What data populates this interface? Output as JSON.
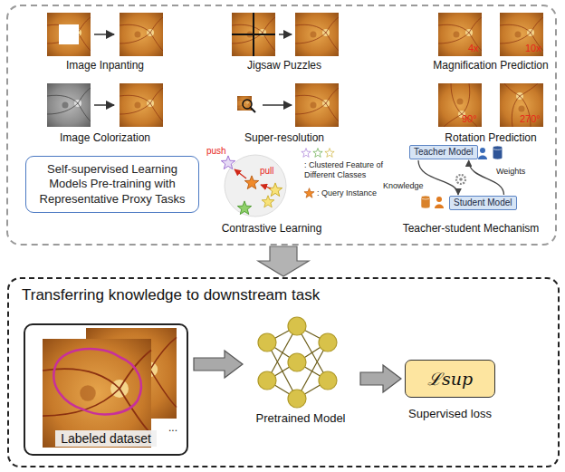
{
  "diagram": {
    "nodes": [
      {
        "text": [
          "Self-supervised Learning Models Pre-training with Representative Proxy Tasks"
        ]
      },
      {
        "text": [
          "Teacher Model"
        ]
      },
      {
        "text": [
          "Student Model"
        ]
      },
      {
        "text": [
          "Transferring knowledge to downstream task"
        ]
      },
      {
        "text": [
          "Labeled dataset"
        ],
        "in": 3
      },
      {
        "text": [
          "Pretrained Model"
        ],
        "in": 3
      },
      {
        "text": [
          "ℒsup",
          "Supervised loss"
        ],
        "in": 3
      }
    ],
    "edges": [
      {
        "from": 1,
        "to": 2,
        "label": "Knowledge",
        "arrow": "to"
      },
      {
        "from": 2,
        "to": 1,
        "label": "Weights",
        "arrow": "to"
      },
      {
        "from": 4,
        "to": 5,
        "arrow": "to"
      },
      {
        "from": 5,
        "to": 6,
        "arrow": "to"
      }
    ],
    "labels": [
      "Image Inpanting",
      "Jigsaw Puzzles",
      "Magnification Prediction",
      "4x",
      "10x",
      "Image Colorization",
      "Super-resolution",
      "Rotation Prediction",
      "90°",
      "270°",
      "push",
      "pull",
      "Contrastive Learning",
      "Teacher-student Mechanism",
      "..."
    ],
    "legend": [
      {
        "text": ": Clustered Feature of Different Classes"
      },
      {
        "text": ": Query Instance"
      }
    ]
  }
}
